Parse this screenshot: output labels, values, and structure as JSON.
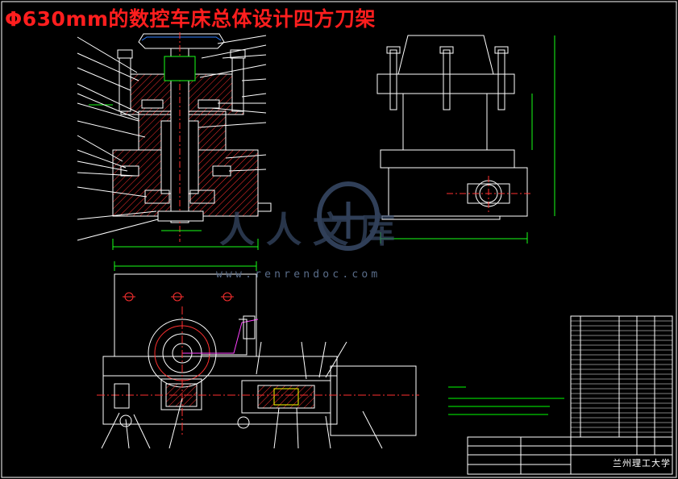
{
  "title": "Φ630mm的数控车床总体设计四方刀架",
  "watermark": {
    "text": "人人文库",
    "subtext": "www.renrendoc.com",
    "color": "#3c4f6e"
  },
  "title_block": {
    "school": "兰州理工大学"
  },
  "colors": {
    "background": "#000000",
    "outline": "#ffffff",
    "dimension": "#19ff19",
    "hatch": "#ff3030",
    "center_line": "#ff3030",
    "parts": "#ffff00",
    "notes": "#00ff00",
    "frame": "#ffffff",
    "accent_blue": "#2f7fff",
    "magenta": "#ff40ff"
  },
  "icons": [
    "bolt-icon",
    "spring-icon",
    "gear-icon"
  ]
}
